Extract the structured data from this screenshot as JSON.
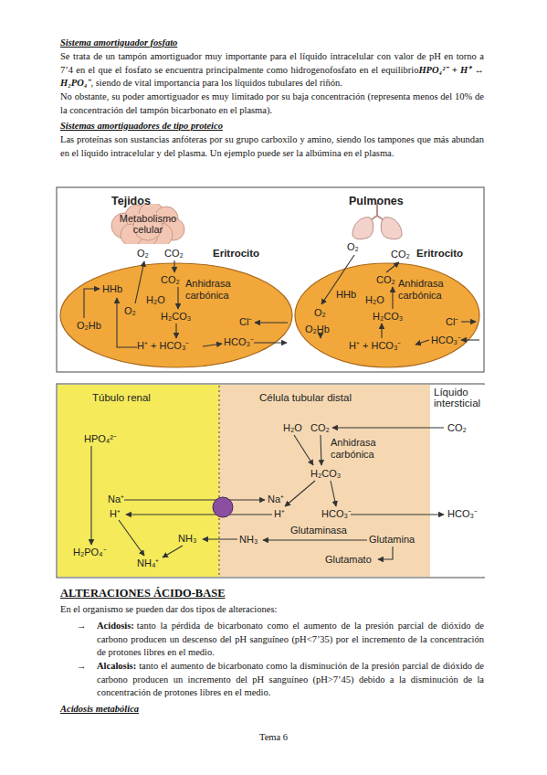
{
  "diagram": {
    "nodes": [
      {
        "text": [
          "Tejidos"
        ]
      },
      {
        "text": [
          "Metabolismo celular"
        ],
        "in": 0
      },
      {
        "text": [
          "Eritrocito"
        ],
        "in": 0
      },
      {
        "text": [
          "Pulmones"
        ]
      },
      {
        "text": [
          "Eritrocito"
        ],
        "in": 3
      },
      {
        "text": [
          "Túbulo renal"
        ]
      },
      {
        "text": [
          "Célula tubular distal"
        ]
      },
      {
        "text": [
          "Líquido intersticial"
        ]
      }
    ],
    "labels": [
      "Sistema amortiguador fosfato",
      "Se trata de un tampón amortiguador muy importante para el líquido intracelular con valor de pH en torno a 7’4 en el que el fosfato se encuentra principalmente como hidrogenofosfato en el equilibrio",
      "HPO₄²⁻ + H⁺ ↔ H₂PO₄⁻",
      ", siendo de vital importancia para los líquidos tubulares del riñón.",
      "No obstante, su poder amortiguador es muy limitado por su baja concentración (representa menos del 10% de la concentración del tampón bicarbonato en el plasma).",
      "Sistemas amortiguadores de tipo proteico",
      "Las proteínas son sustancias anfóteras por su grupo carboxilo y amino, siendo los tampones que más abundan en el líquido intracelular y del plasma. Un ejemplo puede ser la albúmina en el plasma.",
      "O₂",
      "CO₂",
      "HHb",
      "CO₂",
      "H₂O",
      "Anhidrasa carbónica",
      "O₂",
      "H₂CO₃",
      "O₂Hb",
      "H⁺ + HCO₃⁻",
      "Cl⁻",
      "HCO₃⁻",
      "O₂",
      "CO₂",
      "HHb",
      "CO₂",
      "H₂O",
      "Anhidrasa carbónica",
      "O₂",
      "H₂CO₃",
      "O₂Hb",
      "H⁺ + HCO₃⁻",
      "Cl⁻",
      "HCO₃⁻",
      "HPO₄²⁻",
      "Na⁺",
      "H⁺",
      "H₂PO₄⁻",
      "NH₃",
      "NH₄⁺",
      "H₂O",
      "CO₂",
      "Anhidrasa carbónica",
      "H₂CO₃",
      "Na⁺",
      "H⁺",
      "HCO₃⁻",
      "Glutaminasa",
      "NH₃",
      "Glutamina",
      "Glutamato",
      "CO₂",
      "HCO₃⁻",
      "ALTERACIONES ÁCIDO-BASE",
      "En el organismo se pueden dar dos tipos de alteraciones:",
      "→",
      "Acidosis:",
      "tanto la pérdida de bicarbonato como el aumento de la presión parcial de dióxido de carbono producen un descenso del pH sanguíneo (pH<7’35) por el incremento de la concentración de protones libres en el medio.",
      "→",
      "Alcalosis:",
      "tanto el aumento de bicarbonato como la disminución de la presión parcial de dióxido de carbono producen un incremento del pH sanguíneo (pH>7’45) debido a la disminución de la concentración de protones libres en el medio.",
      "Acidosis metabólica",
      "Tema 6"
    ]
  }
}
